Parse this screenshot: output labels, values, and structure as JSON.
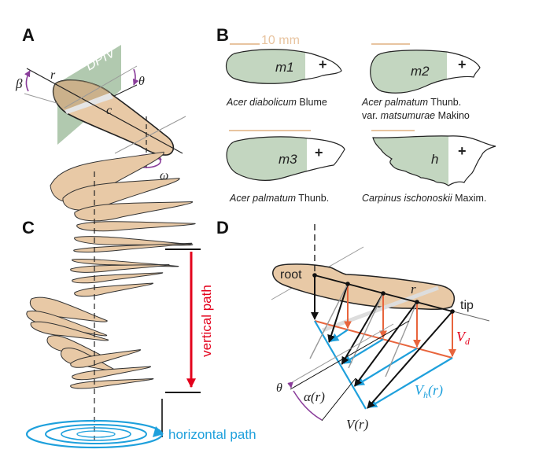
{
  "figure": {
    "panels": {
      "A": {
        "label": "A",
        "plane_label": "DPIV",
        "symbols": {
          "beta": "β",
          "r": "r",
          "theta": "θ",
          "c": "c",
          "omega": "ω"
        }
      },
      "B": {
        "label": "B",
        "scale_bar": "10 mm",
        "wings": [
          {
            "tag": "m1",
            "plus": "+",
            "species_italic": "Acer diabolicum",
            "authority": " Blume",
            "line2_prefix": "",
            "line2_italic": "",
            "line2_suffix": ""
          },
          {
            "tag": "m2",
            "plus": "+",
            "species_italic": "Acer palmatum",
            "authority": " Thunb.",
            "line2_prefix": "var. ",
            "line2_italic": "matsumurae",
            "line2_suffix": " Makino"
          },
          {
            "tag": "m3",
            "plus": "+",
            "species_italic": "Acer palmatum",
            "authority": " Thunb.",
            "line2_prefix": "",
            "line2_italic": "",
            "line2_suffix": ""
          },
          {
            "tag": "h",
            "plus": "+",
            "species_italic": "Carpinus ischonoskii",
            "authority": " Maxim.",
            "line2_prefix": "",
            "line2_italic": "",
            "line2_suffix": ""
          }
        ]
      },
      "C": {
        "label": "C",
        "vertical_path": "vertical path",
        "horizontal_path": "horizontal path"
      },
      "D": {
        "label": "D",
        "root": "root",
        "tip": "tip",
        "r": "r",
        "Vd": "V",
        "Vd_sub": "d",
        "Vh": "V",
        "Vh_sub": "h",
        "Vh_arg": "(r)",
        "V": "V(r)",
        "theta": "θ",
        "alpha": "α(r)"
      }
    },
    "colors": {
      "seed_fill": "#e8c9a6",
      "plane_green": "#a9c3a6",
      "wing_green": "#c3d6c0",
      "scale_bar": "#e8c4a0",
      "red": "#e3001b",
      "blue": "#1ea0dc",
      "orange": "#e8643c",
      "purple": "#8a3d9a"
    }
  }
}
